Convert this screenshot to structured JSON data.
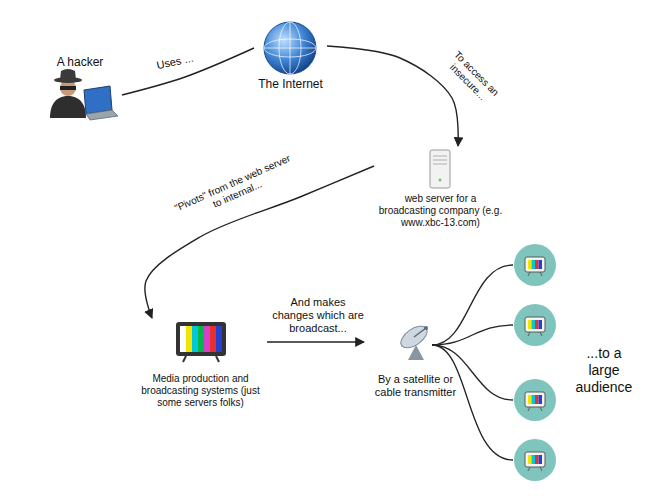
{
  "diagram": {
    "nodes": [
      {
        "text": [
          "A hacker"
        ]
      },
      {
        "text": [
          "The Internet"
        ]
      },
      {
        "text": [
          "web server for a broadcasting company (e.g. www.xbc-13.com)"
        ]
      },
      {
        "text": [
          "Media production and broadcasting systems (just some servers folks)"
        ]
      },
      {
        "text": [
          "By a satellite or cable transmitter"
        ]
      }
    ],
    "edges": [
      {
        "from": 0,
        "to": 1,
        "label": "Uses ...",
        "arrow": "none"
      },
      {
        "from": 1,
        "to": 2,
        "label": "To access an insecure...",
        "arrow": "to"
      },
      {
        "from": 2,
        "to": 3,
        "label": "\"Pivots\" from the web server to internal...",
        "arrow": "to"
      },
      {
        "from": 3,
        "to": 4,
        "label": "And makes changes which are broadcast...",
        "arrow": "to"
      }
    ],
    "labels": [
      "...to a large audience"
    ]
  }
}
